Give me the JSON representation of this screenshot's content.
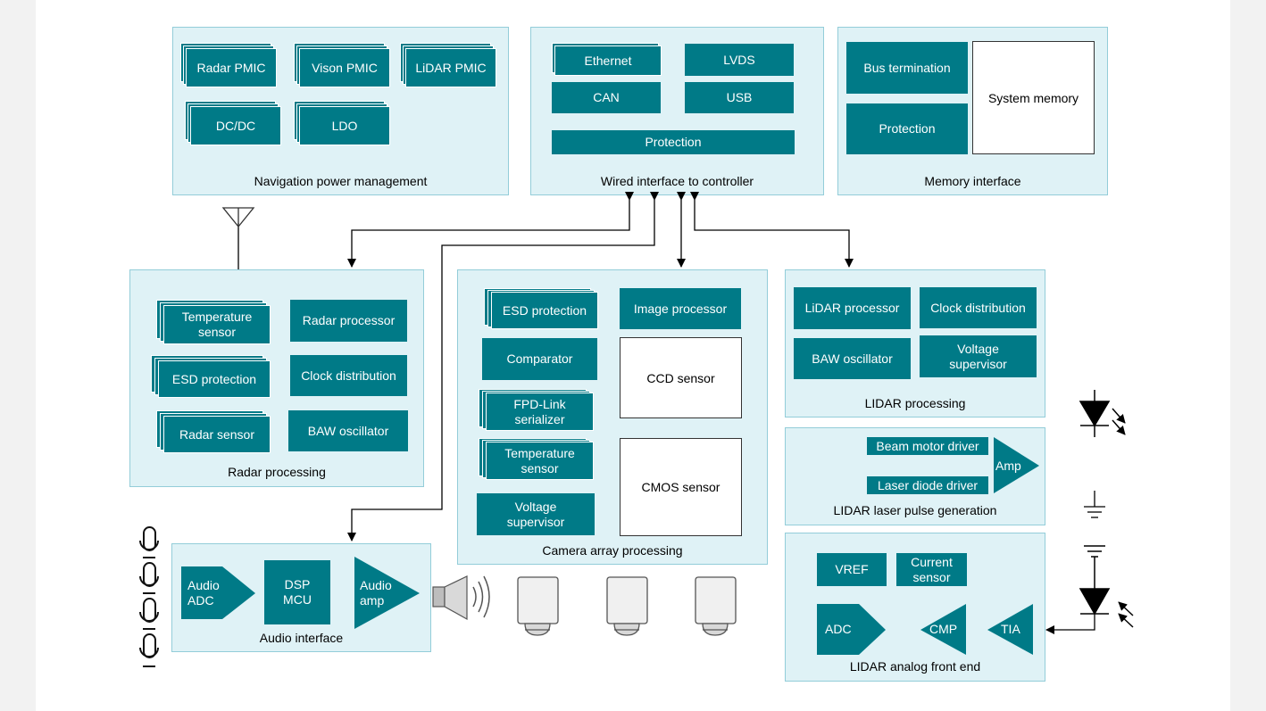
{
  "colors": {
    "block": "#007a87",
    "group_bg": "#dff2f6",
    "group_border": "#93cdd9"
  },
  "nav_power": {
    "label": "Navigation power management",
    "radar_pmic": "Radar PMIC",
    "vison_pmic": "Vison PMIC",
    "lidar_pmic": "LiDAR PMIC",
    "dcdc": "DC/DC",
    "ldo": "LDO"
  },
  "wired": {
    "label": "Wired interface to controller",
    "ethernet": "Ethernet",
    "lvds": "LVDS",
    "can": "CAN",
    "usb": "USB",
    "protection": "Protection"
  },
  "memory": {
    "label": "Memory interface",
    "bus_termination": "Bus termination",
    "protection": "Protection",
    "system_memory": "System memory"
  },
  "radar": {
    "label": "Radar processing",
    "temp_sensor_1": "Temperature",
    "temp_sensor_2": "sensor",
    "radar_processor": "Radar processor",
    "esd_protection": "ESD protection",
    "clock_distribution": "Clock distribution",
    "radar_sensor": "Radar sensor",
    "baw_oscillator": "BAW oscillator"
  },
  "camera": {
    "label": "Camera array processing",
    "esd_protection": "ESD protection",
    "image_processor": "Image processor",
    "comparator": "Comparator",
    "ccd_sensor": "CCD sensor",
    "fpd_1": "FPD-Link",
    "fpd_2": "serializer",
    "temp_1": "Temperature",
    "temp_2": "sensor",
    "cmos_sensor": "CMOS sensor",
    "volt_1": "Voltage",
    "volt_2": "supervisor"
  },
  "lidar_proc": {
    "label": "LIDAR processing",
    "lidar_processor": "LiDAR processor",
    "clock_distribution": "Clock distribution",
    "baw_oscillator": "BAW oscillator",
    "volt_1": "Voltage",
    "volt_2": "supervisor"
  },
  "lidar_laser": {
    "label": "LIDAR laser pulse generation",
    "beam_motor_driver": "Beam motor driver",
    "laser_diode_driver": "Laser diode driver",
    "amp": "Amp"
  },
  "lidar_afe": {
    "label": "LIDAR analog front end",
    "vref": "VREF",
    "current_1": "Current",
    "current_2": "sensor",
    "adc": "ADC",
    "cmp": "CMP",
    "tia": "TIA"
  },
  "audio": {
    "label": "Audio interface",
    "adc_1": "Audio",
    "adc_2": "ADC",
    "dsp_1": "DSP",
    "dsp_2": "MCU",
    "amp_1": "Audio",
    "amp_2": "amp"
  },
  "icons": [
    "antenna-icon",
    "microphone-icon",
    "speaker-icon",
    "camera-icon",
    "led-icon",
    "ground-icon",
    "photodiode-icon"
  ]
}
